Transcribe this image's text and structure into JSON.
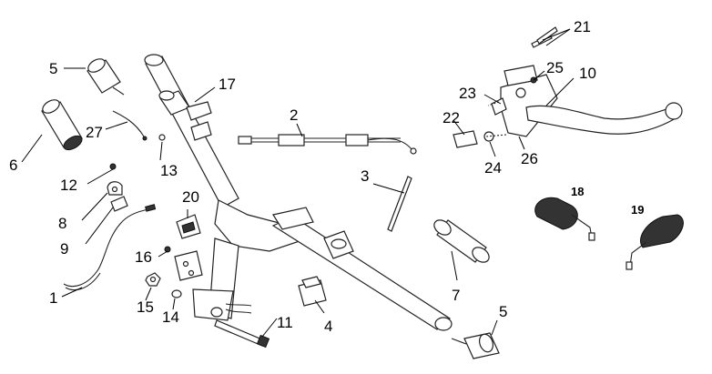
{
  "diagram": {
    "labels": [
      {
        "id": "1",
        "text": "1"
      },
      {
        "id": "2",
        "text": "2"
      },
      {
        "id": "3",
        "text": "3"
      },
      {
        "id": "4",
        "text": "4"
      },
      {
        "id": "5a",
        "text": "5"
      },
      {
        "id": "5b",
        "text": "5"
      },
      {
        "id": "6",
        "text": "6"
      },
      {
        "id": "7",
        "text": "7"
      },
      {
        "id": "8",
        "text": "8"
      },
      {
        "id": "9",
        "text": "9"
      },
      {
        "id": "10",
        "text": "10"
      },
      {
        "id": "11",
        "text": "11"
      },
      {
        "id": "12",
        "text": "12"
      },
      {
        "id": "13",
        "text": "13"
      },
      {
        "id": "14",
        "text": "14"
      },
      {
        "id": "15",
        "text": "15"
      },
      {
        "id": "16",
        "text": "16"
      },
      {
        "id": "17",
        "text": "17"
      },
      {
        "id": "18",
        "text": "18"
      },
      {
        "id": "19",
        "text": "19"
      },
      {
        "id": "20",
        "text": "20"
      },
      {
        "id": "21",
        "text": "21"
      },
      {
        "id": "22",
        "text": "22"
      },
      {
        "id": "23",
        "text": "23"
      },
      {
        "id": "24",
        "text": "24"
      },
      {
        "id": "25",
        "text": "25"
      },
      {
        "id": "26",
        "text": "26"
      },
      {
        "id": "27",
        "text": "27"
      }
    ]
  }
}
